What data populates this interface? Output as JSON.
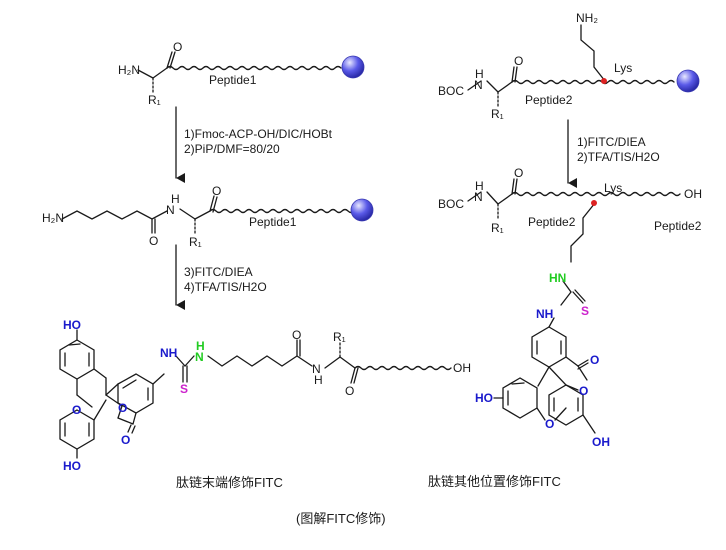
{
  "reactions": {
    "n_terminal": {
      "start_label": "Peptide1",
      "step1": "1)Fmoc-ACP-OH/DIC/HOBt",
      "step2": "2)PiP/DMF=80/20",
      "intermediate_label": "Peptide1",
      "step3": "3)FITC/DIEA",
      "step4": "4)TFA/TIS/H2O",
      "caption": "肽链末端修饰FITC"
    },
    "side_chain": {
      "start_label": "Peptide2",
      "lys_label": "Lys",
      "step1": "1)FITC/DIEA",
      "step2": "2)TFA/TIS/H2O",
      "product_lys_label": "Lys",
      "product_label_left": "Peptide2",
      "product_label_right": "Peptide2",
      "caption": "肽链其他位置修饰FITC"
    }
  },
  "atoms": {
    "h2n": "H₂N",
    "nh2": "NH₂",
    "oxygen": "O",
    "nh": "NH",
    "n": "N",
    "h": "H",
    "r1": "R₁",
    "boc": "BOC",
    "oh": "OH",
    "ho": "HO",
    "s": "S",
    "h_green": "H",
    "n_green": "N",
    "hn_green": "HN"
  },
  "figure_caption": "(图解FITC修饰)",
  "colors": {
    "resin_bead": "#5a5ae8",
    "fitc_atoms": "#1a1acc",
    "thiourea_nh": "#22cc22",
    "sulfur": "#cc22cc",
    "lys_attachment": "#dd2222"
  }
}
